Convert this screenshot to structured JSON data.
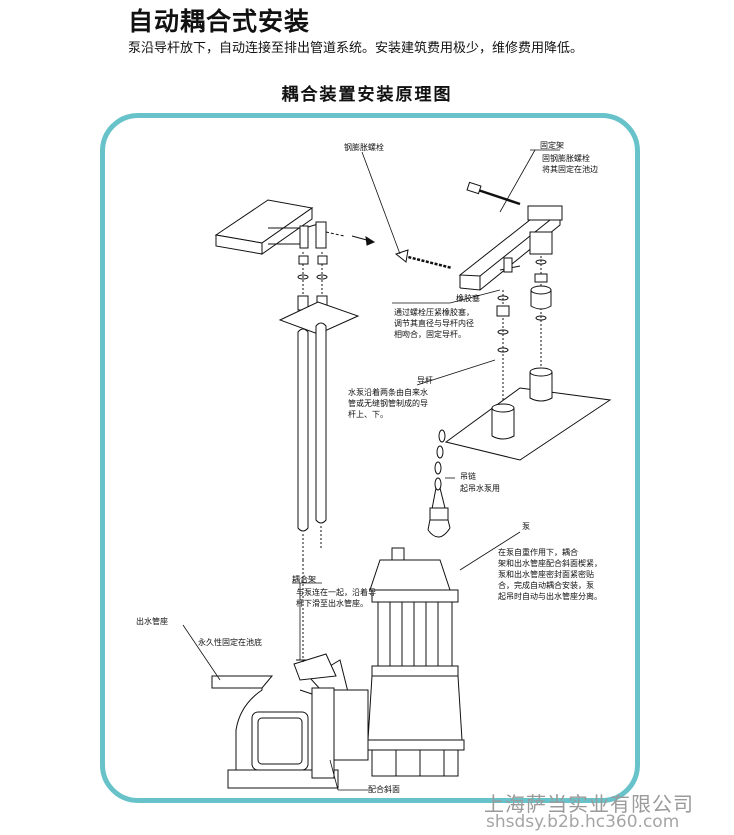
{
  "header": {
    "title": "自动耦合式安装",
    "subtitle": "泵沿导杆放下，自动连接至排出管道系统。安装建筑费用极少，维修费用降低。"
  },
  "diagram": {
    "title": "耦合装置安装原理图",
    "labels": {
      "expansion_bolt": "钢膨胀螺栓",
      "fixed_frame": "固定架",
      "fixed_frame_note": "固钢膨胀螺栓\n将其固定在池边",
      "rubber_plug": "橡胶塞",
      "rubber_plug_note": "通过螺栓压紧橡胶塞，\n调节其直径与导杆内径\n相吻合，固定导杆。",
      "guide_rod": "导杆",
      "guide_rod_note": "水泵沿着两条由自来水\n管或无缝钢管制成的导\n杆上、下。",
      "chain": "吊链",
      "chain_note": "起吊水泵用",
      "pump": "泵",
      "pump_note": "在泵自重作用下，耦合\n架和出水管座配合斜面楔紧，\n泵和出水管座密封面紧密贴\n合，完成自动耦合安装，泵\n起吊时自动与出水管座分离。",
      "coupling_frame": "耦合架",
      "coupling_frame_note": "与泵连在一起，沿着导\n杆下滑至出水管座。",
      "outlet_seat": "出水管座",
      "outlet_seat_note": "永久性固定在池底",
      "mating_surface": "配合斜面"
    }
  },
  "watermark": {
    "company": "上海萨当实业有限公司",
    "url": "shsdsy.b2b.hc360.com"
  },
  "colors": {
    "frame": "#67c3c9",
    "line": "#111111",
    "watermark": "#9a9a9a"
  }
}
